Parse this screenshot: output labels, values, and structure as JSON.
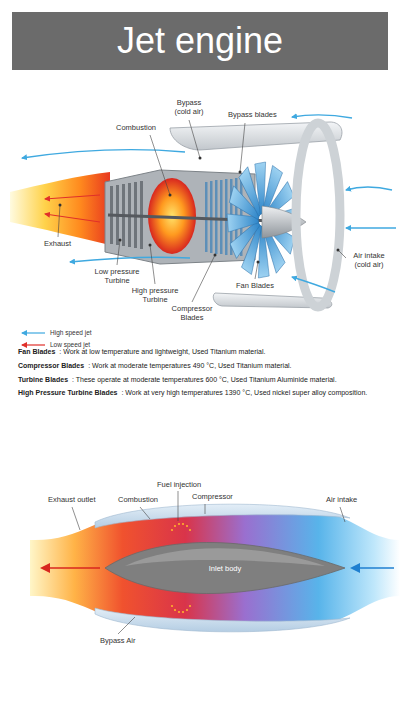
{
  "diagram": {
    "title": "Jet engine",
    "nodes": [
      {
        "text": [
          "Inlet body"
        ]
      }
    ],
    "labels": [
      "Bypass (cold air)",
      "Bypass blades",
      "Combustion",
      "Exhaust",
      "Low pressure Turbine",
      "High pressure Turbine",
      "Compressor Blades",
      "Fan Blades",
      "Air intake (cold air)",
      "Fan Blades",
      ": Work at low temperature and lightweight, Used Titanium material.",
      "Compressor Blades",
      ": Work at moderate temperatures 490 °C, Used Titanium material.",
      "Turbine Blades",
      ": These operate at moderate temperatures 600 °C, Used Titanium Aluminide material.",
      "High Pressure Turbine Blades",
      ": Work at very high temperatures 1390 °C, Used nickel super alloy composition.",
      "Fuel injection",
      "Exhaust outlet",
      "Combustion",
      "Compressor",
      "Air intake",
      "Bypass Air"
    ],
    "legend": [
      {
        "text": "High speed jet"
      },
      {
        "text": "Low speed jet"
      }
    ]
  }
}
